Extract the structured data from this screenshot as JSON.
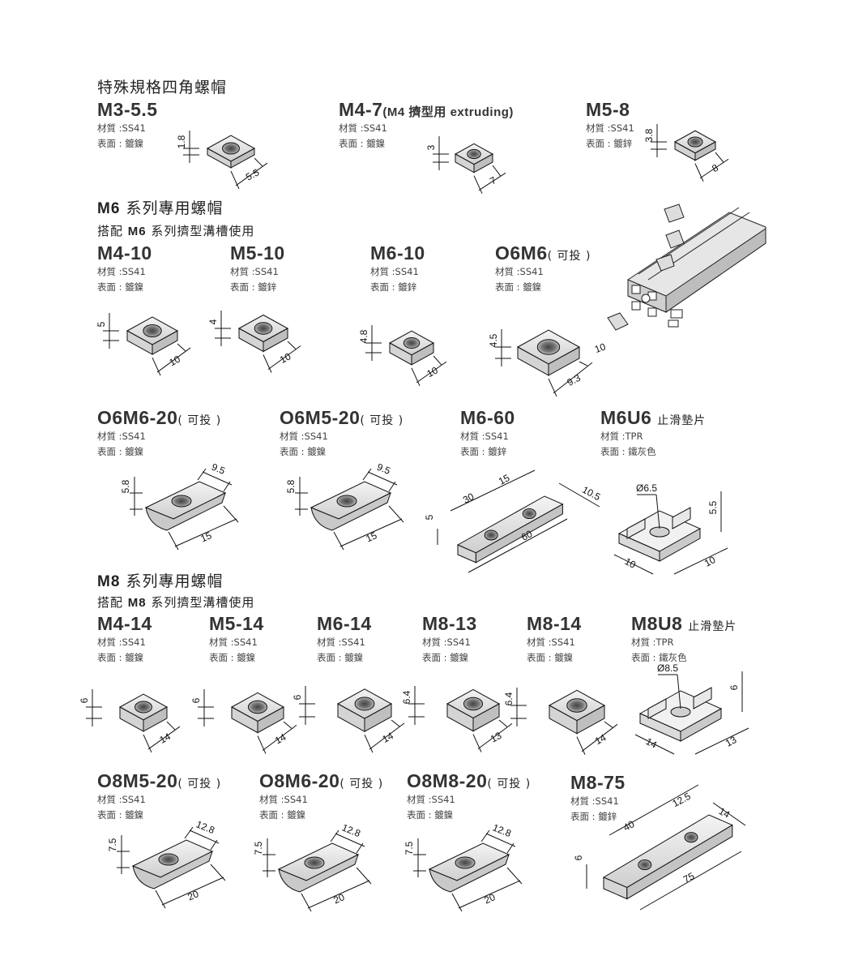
{
  "sections": {
    "special_title": "特殊規格四角螺帽",
    "m6_title_prefix": "M6",
    "m6_title_rest": " 系列專用螺帽",
    "m6_sub_a": "搭配 ",
    "m6_sub_b": "M6",
    "m6_sub_c": " 系列擠型溝槽使用",
    "m8_title_prefix": "M8",
    "m8_title_rest": " 系列專用螺帽",
    "m8_sub_a": "搭配 ",
    "m8_sub_b": "M8",
    "m8_sub_c": " 系列擠型溝槽使用"
  },
  "products": [
    {
      "name": "M3-5.5",
      "suffix": "",
      "material": "材質 :SS41",
      "surface": "表面 : 鍍鎳",
      "dims": [
        "1.8",
        "5.5"
      ]
    },
    {
      "name": "M4-7",
      "suffix": "(M4 擠型用 extruding)",
      "material": "材質 :SS41",
      "surface": "表面 : 鍍鎳",
      "dims": [
        "3",
        "7"
      ]
    },
    {
      "name": "M5-8",
      "suffix": "",
      "material": "材質 :SS41",
      "surface": "表面 : 鍍鋅",
      "dims": [
        "3.8",
        "8"
      ]
    },
    {
      "name": "M4-10",
      "suffix": "",
      "material": "材質 :SS41",
      "surface": "表面 : 鍍鎳",
      "dims": [
        "5",
        "10"
      ]
    },
    {
      "name": "M5-10",
      "suffix": "",
      "material": "材質 :SS41",
      "surface": "表面 : 鍍鋅",
      "dims": [
        "4",
        "10"
      ]
    },
    {
      "name": "M6-10",
      "suffix": "",
      "material": "材質 :SS41",
      "surface": "表面 : 鍍鋅",
      "dims": [
        "4.8",
        "10"
      ]
    },
    {
      "name": "O6M6",
      "suffix": "( 可投 )",
      "material": "材質 :SS41",
      "surface": "表面 : 鍍鎳",
      "dims": [
        "4.5",
        "10",
        "9.3"
      ]
    },
    {
      "name": "O6M6-20",
      "suffix": "( 可投 )",
      "material": "材質 :SS41",
      "surface": "表面 : 鍍鎳",
      "dims": [
        "5.8",
        "9.5",
        "15"
      ]
    },
    {
      "name": "O6M5-20",
      "suffix": "( 可投 )",
      "material": "材質 :SS41",
      "surface": "表面 : 鍍鎳",
      "dims": [
        "5.8",
        "9.5",
        "15"
      ]
    },
    {
      "name": "M6-60",
      "suffix": "",
      "material": "材質 :SS41",
      "surface": "表面 : 鍍鋅",
      "dims": [
        "30",
        "15",
        "10.5",
        "5",
        "60"
      ]
    },
    {
      "name": "M6U6",
      "suffix": "止滑墊片",
      "material": "材質 :TPR",
      "surface": "表面 : 鐵灰色",
      "dims": [
        "Ø6.5",
        "5.5",
        "10",
        "10"
      ]
    },
    {
      "name": "M4-14",
      "suffix": "",
      "material": "材質 :SS41",
      "surface": "表面 : 鍍鎳",
      "dims": [
        "6",
        "14"
      ]
    },
    {
      "name": "M5-14",
      "suffix": "",
      "material": "材質 :SS41",
      "surface": "表面 : 鍍鎳",
      "dims": [
        "6",
        "14"
      ]
    },
    {
      "name": "M6-14",
      "suffix": "",
      "material": "材質 :SS41",
      "surface": "表面 : 鍍鎳",
      "dims": [
        "6",
        "14"
      ]
    },
    {
      "name": "M8-13",
      "suffix": "",
      "material": "材質 :SS41",
      "surface": "表面 : 鍍鎳",
      "dims": [
        "6.4",
        "13"
      ]
    },
    {
      "name": "M8-14",
      "suffix": "",
      "material": "材質 :SS41",
      "surface": "表面 : 鍍鎳",
      "dims": [
        "6.4",
        "14"
      ]
    },
    {
      "name": "M8U8",
      "suffix": "止滑墊片",
      "material": "材質 :TPR",
      "surface": "表面 : 鐵灰色",
      "dims": [
        "Ø8.5",
        "6",
        "14",
        "13"
      ]
    },
    {
      "name": "O8M5-20",
      "suffix": "( 可投 )",
      "material": "材質 :SS41",
      "surface": "表面 : 鍍鎳",
      "dims": [
        "7.5",
        "12.8",
        "20"
      ]
    },
    {
      "name": "O8M6-20",
      "suffix": "( 可投 )",
      "material": "材質 :SS41",
      "surface": "表面 : 鍍鎳",
      "dims": [
        "7.5",
        "12.8",
        "20"
      ]
    },
    {
      "name": "O8M8-20",
      "suffix": "( 可投 )",
      "material": "材質 :SS41",
      "surface": "表面 : 鍍鎳",
      "dims": [
        "7.5",
        "12.8",
        "20"
      ]
    },
    {
      "name": "M8-75",
      "suffix": "",
      "material": "材質 :SS41",
      "surface": "表面 : 鍍鋅",
      "dims": [
        "12.5",
        "40",
        "14",
        "6",
        "75"
      ]
    }
  ]
}
